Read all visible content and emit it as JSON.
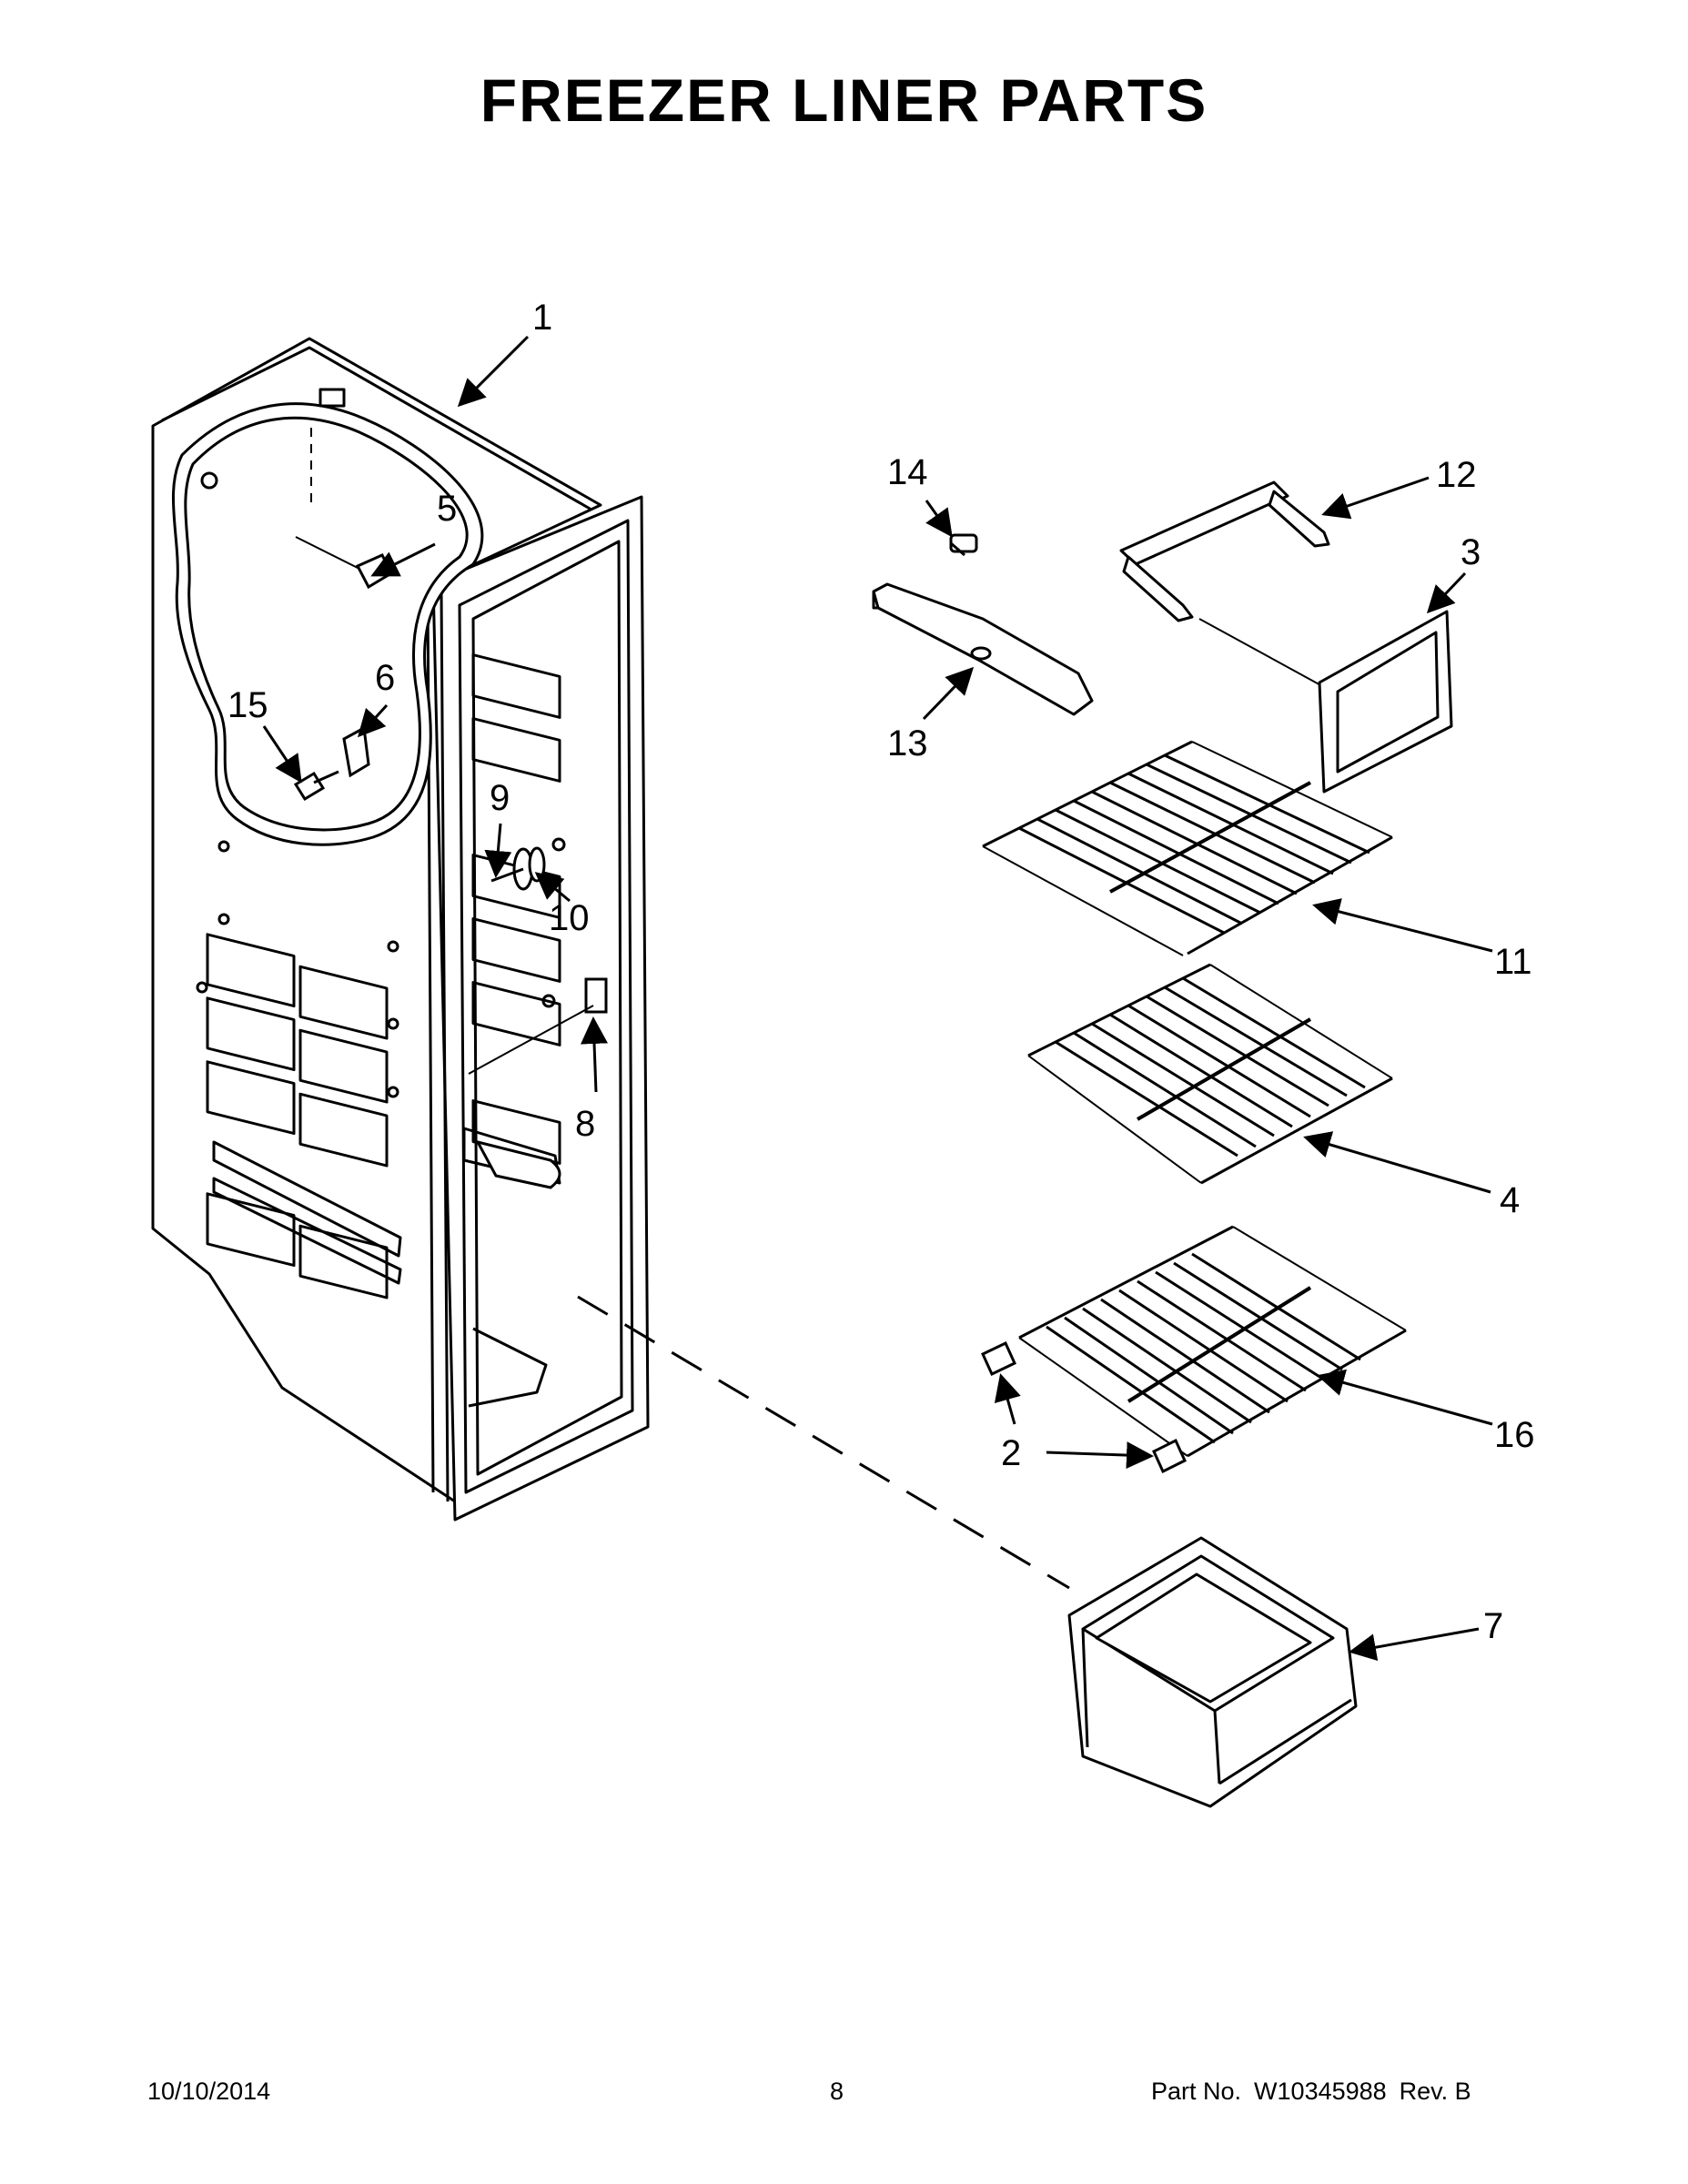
{
  "page": {
    "title": "FREEZER LINER PARTS",
    "footer": {
      "date": "10/10/2014",
      "page_number": "8",
      "part_no_label": "Part No.",
      "part_no": "W10345988",
      "rev": "Rev. B"
    }
  },
  "callouts": [
    "1",
    "2",
    "3",
    "4",
    "5",
    "6",
    "7",
    "8",
    "9",
    "10",
    "11",
    "12",
    "13",
    "14",
    "15",
    "16"
  ]
}
